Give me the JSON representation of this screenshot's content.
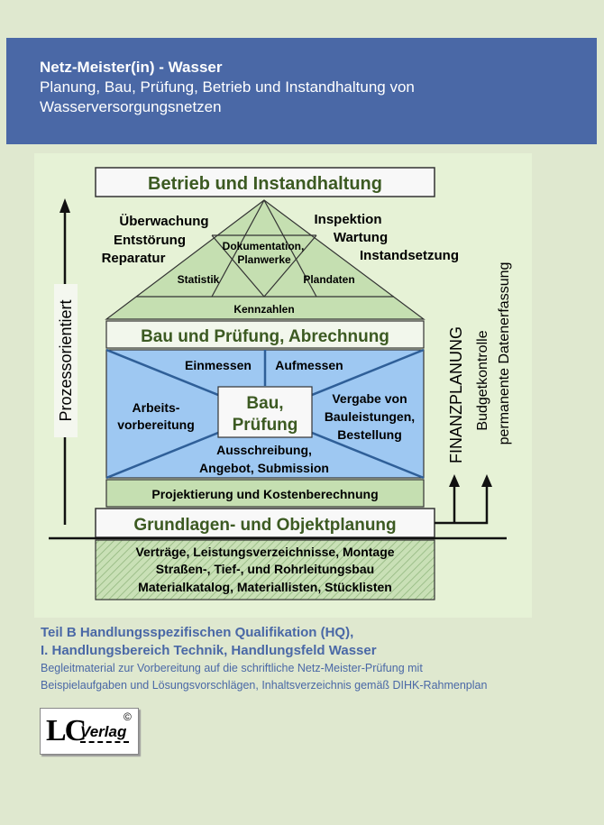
{
  "header": {
    "title": "Netz-Meister(in) - Wasser",
    "subtitle_line1": "Planung, Bau, Prüfung, Betrieb und Instandhaltung von",
    "subtitle_line2": "Wasserversorgungsnetzen"
  },
  "diagram": {
    "top_box": "Betrieb und Instandhaltung",
    "roof_left": [
      "Überwachung",
      "Entstörung",
      "Reparatur"
    ],
    "roof_right": [
      "Inspektion",
      "Wartung",
      "Instandsetzung"
    ],
    "roof_center": [
      "Dokumentation,",
      "Planwerke"
    ],
    "roof_statistik": "Statistik",
    "roof_plandaten": "Plandaten",
    "roof_kennzahlen": "Kennzahlen",
    "bau_box": "Bau und Prüfung, Abrechnung",
    "blue_einmessen": "Einmessen",
    "blue_aufmessen": "Aufmessen",
    "blue_left": [
      "Arbeits-",
      "vorbereitung"
    ],
    "blue_right": [
      "Vergabe von",
      "Bauleistungen,",
      "Bestellung"
    ],
    "blue_bottom": [
      "Ausschreibung,",
      "Angebot, Submission"
    ],
    "center_box": [
      "Bau,",
      "Prüfung"
    ],
    "projekt_box": "Projektierung und Kostenberechnung",
    "grund_box": "Grundlagen- und Objektplanung",
    "foundation": [
      "Verträge, Leistungsverzeichnisse, Montage",
      "Straßen-, Tief-, und Rohrleitungsbau",
      "Materialkatalog, Materiallisten, Stücklisten"
    ],
    "prozess": "Prozessorientiert",
    "finanz": "FINANZPLANUNG",
    "budget": "Budgetkontrolle",
    "permanent": "permanente Datenerfassung"
  },
  "subtitle": {
    "line1": "Teil B Handlungsspezifischen Qualifikation (HQ),",
    "line2": "I. Handlungsbereich Technik, Handlungsfeld Wasser",
    "line3": "Begleitmaterial zur Vorbereitung auf die schriftliche Netz-Meister-Prüfung mit",
    "line4": "Beispielaufgaben und Lösungsvorschlägen, Inhaltsverzeichnis gemäß DIHK-Rahmenplan"
  },
  "logo": {
    "lc": "LC",
    "verlag": "Verlag",
    "copyright": "©"
  },
  "colors": {
    "header_bg": "#4a68a6",
    "page_bg": "#dfe8cf",
    "green_fill": "#c5dfb1",
    "blue_fill": "#9ec8f2",
    "dark_green_text": "#3c5a22"
  }
}
